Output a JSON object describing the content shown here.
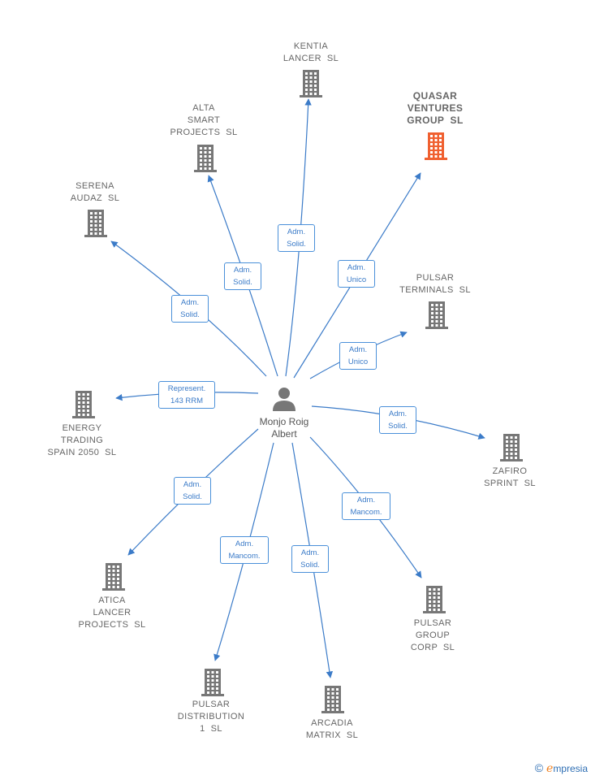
{
  "colors": {
    "edge": "#3b7bc8",
    "building": "#777777",
    "highlight": "#f06030",
    "person": "#777777"
  },
  "person": {
    "label": "Monjo Roig\nAlbert"
  },
  "companies": [
    {
      "id": "kentia",
      "label": "KENTIA\nLANCER  SL",
      "highlight": false
    },
    {
      "id": "quasar",
      "label": "QUASAR\nVENTURES\nGROUP  SL",
      "highlight": true
    },
    {
      "id": "alta",
      "label": "ALTA\nSMART\nPROJECTS  SL",
      "highlight": false
    },
    {
      "id": "serena",
      "label": "SERENA\nAUDAZ  SL",
      "highlight": false
    },
    {
      "id": "pulsar-t",
      "label": "PULSAR\nTERMINALS  SL",
      "highlight": false
    },
    {
      "id": "energy",
      "label": "ENERGY\nTRADING\nSPAIN 2050  SL",
      "highlight": false
    },
    {
      "id": "zafiro",
      "label": "ZAFIRO\nSPRINT  SL",
      "highlight": false
    },
    {
      "id": "atica",
      "label": "ATICA\nLANCER\nPROJECTS  SL",
      "highlight": false
    },
    {
      "id": "pulsar-g",
      "label": "PULSAR\nGROUP\nCORP  SL",
      "highlight": false
    },
    {
      "id": "pulsar-d",
      "label": "PULSAR\nDISTRIBUTION\n1  SL",
      "highlight": false
    },
    {
      "id": "arcadia",
      "label": "ARCADIA\nMATRIX  SL",
      "highlight": false
    }
  ],
  "edges": [
    {
      "to": "kentia",
      "label": "Adm.\nSolid."
    },
    {
      "to": "quasar",
      "label": "Adm.\nUnico"
    },
    {
      "to": "alta",
      "label": "Adm.\nSolid."
    },
    {
      "to": "serena",
      "label": "Adm.\nSolid."
    },
    {
      "to": "pulsar-t",
      "label": "Adm.\nUnico"
    },
    {
      "to": "energy",
      "label": "Represent.\n143 RRM"
    },
    {
      "to": "zafiro",
      "label": "Adm.\nSolid."
    },
    {
      "to": "atica",
      "label": "Adm.\nSolid."
    },
    {
      "to": "pulsar-g",
      "label": "Adm.\nMancom."
    },
    {
      "to": "pulsar-d",
      "label": "Adm.\nMancom."
    },
    {
      "to": "arcadia",
      "label": "Adm.\nSolid."
    }
  ],
  "brand": {
    "copyright": "©",
    "e": "e",
    "name": "mpresia"
  }
}
